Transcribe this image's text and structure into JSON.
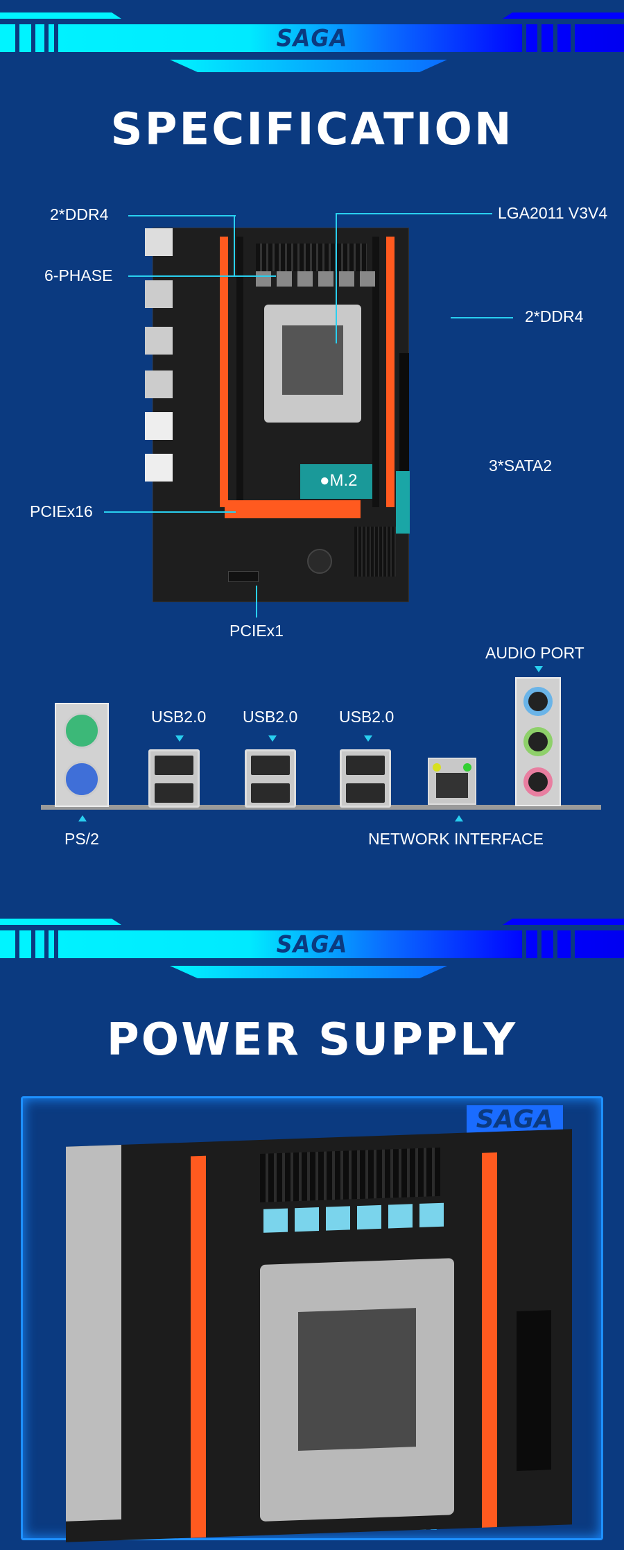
{
  "brand": "SAGA",
  "sections": [
    {
      "title": "SPECIFICATION"
    },
    {
      "title": "POWER SUPPLY"
    }
  ],
  "spec_labels": {
    "ddr4_left": "2*DDR4",
    "phase": "6-PHASE",
    "socket": "LGA2011 V3V4",
    "ddr4_right": "2*DDR4",
    "sata": "3*SATA2",
    "m2": "M.2",
    "pciex16": "PCIEx16",
    "pciex1": "PCIEx1"
  },
  "io_labels": {
    "usb": [
      "USB2.0",
      "USB2.0",
      "USB2.0"
    ],
    "audio": "AUDIO PORT",
    "ps2": "PS/2",
    "network": "NETWORK INTERFACE"
  },
  "colors": {
    "background": "#0b3a80",
    "accent_cyan": "#00f4ff",
    "accent_blue": "#0000ff",
    "callout_line": "#29d0f0",
    "dimm_orange": "#ff5a1f",
    "m2_teal": "#1aa6a6"
  }
}
